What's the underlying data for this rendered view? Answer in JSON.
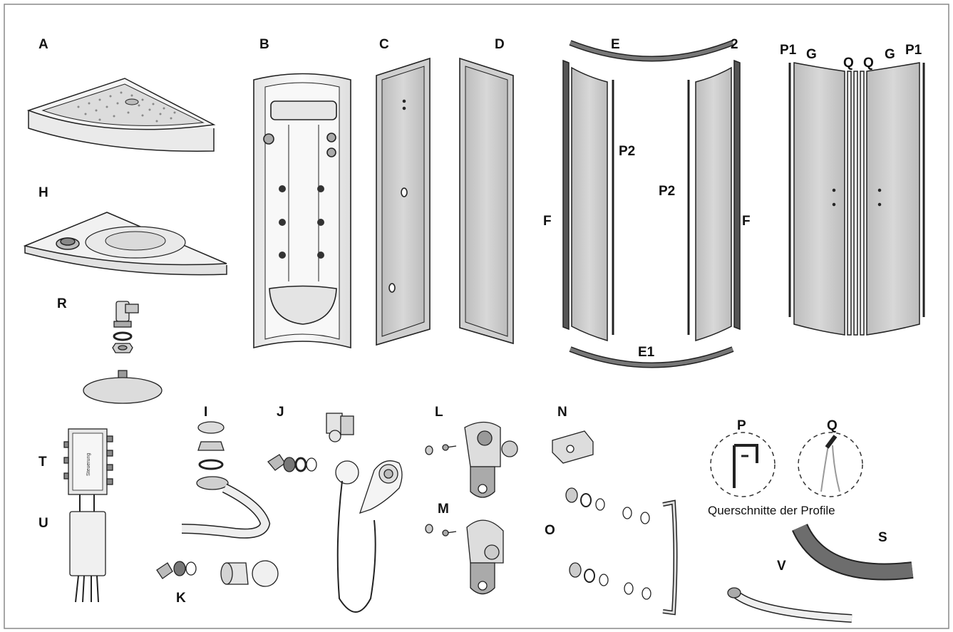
{
  "labels": {
    "A": "A",
    "B": "B",
    "C": "C",
    "D": "D",
    "E": "E",
    "E1": "E1",
    "two": "2",
    "F": "F",
    "P1": "P1",
    "P2": "P2",
    "G": "G",
    "Q": "Q",
    "H": "H",
    "R": "R",
    "I": "I",
    "J": "J",
    "K": "K",
    "L": "L",
    "M": "M",
    "N": "N",
    "O": "O",
    "P": "P",
    "S": "S",
    "T": "T",
    "U": "U",
    "V": "V"
  },
  "caption": "Querschnitte der Profile",
  "device_text": "Steuerung",
  "colors": {
    "outline": "#222222",
    "panel": "#cfcfcf",
    "part": "#e6e6e6",
    "frame": "#5a5a5a",
    "hose": "#6d6d6d"
  }
}
